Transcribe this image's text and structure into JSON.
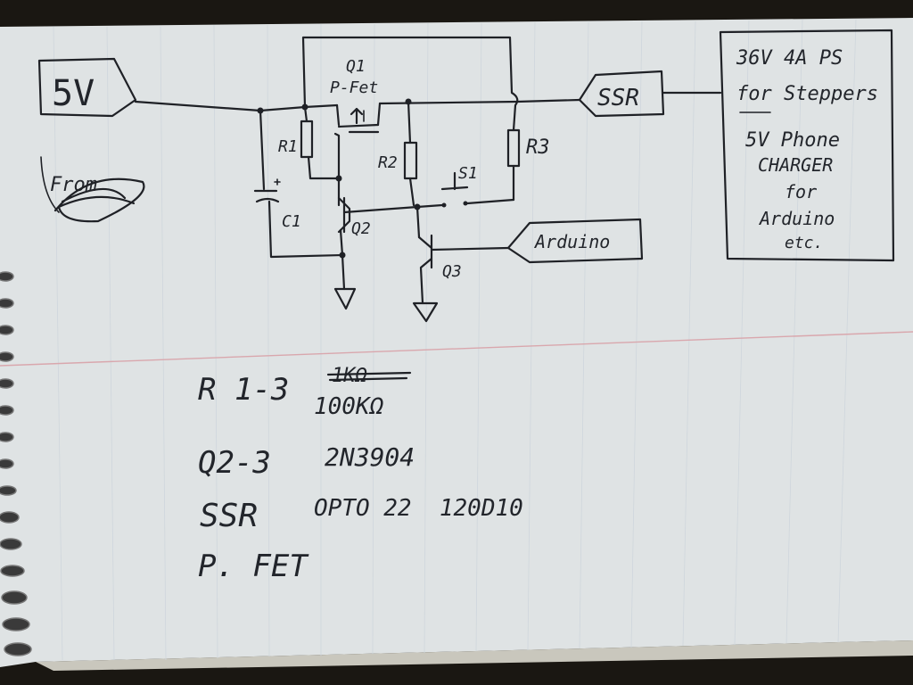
{
  "colors": {
    "paper": "#dfe3e4",
    "ink": "#1f2126",
    "margin_line": "#d9a7ad",
    "rule_line": "#b9c6cf",
    "background": "#1a1712"
  },
  "schematic": {
    "supply_label": "5V",
    "q1_label": "Q1",
    "q1_type": "P-Fet",
    "r1_label": "R1",
    "r2_label": "R2",
    "r3_label": "R3",
    "c1_label": "C1",
    "q2_label": "Q2",
    "q3_label": "Q3",
    "s1_label": "S1",
    "ssr_label": "SSR",
    "arduino_label": "Arduino",
    "scribble_text": "From"
  },
  "note_box": {
    "line1": "36V 4A PS",
    "line2": "for Steppers",
    "line3": "5V Phone",
    "line4": "CHARGER",
    "line5": "for",
    "line6": "Arduino",
    "line7": "etc."
  },
  "parts_list": {
    "r_label": "R 1-3",
    "r_struck": "1KΩ",
    "r_value": "100KΩ",
    "q_label": "Q2-3",
    "q_value": "2N3904",
    "ssr_label": "SSR",
    "ssr_value": "OPTO 22  120D10",
    "fet_label": "P. FET"
  }
}
